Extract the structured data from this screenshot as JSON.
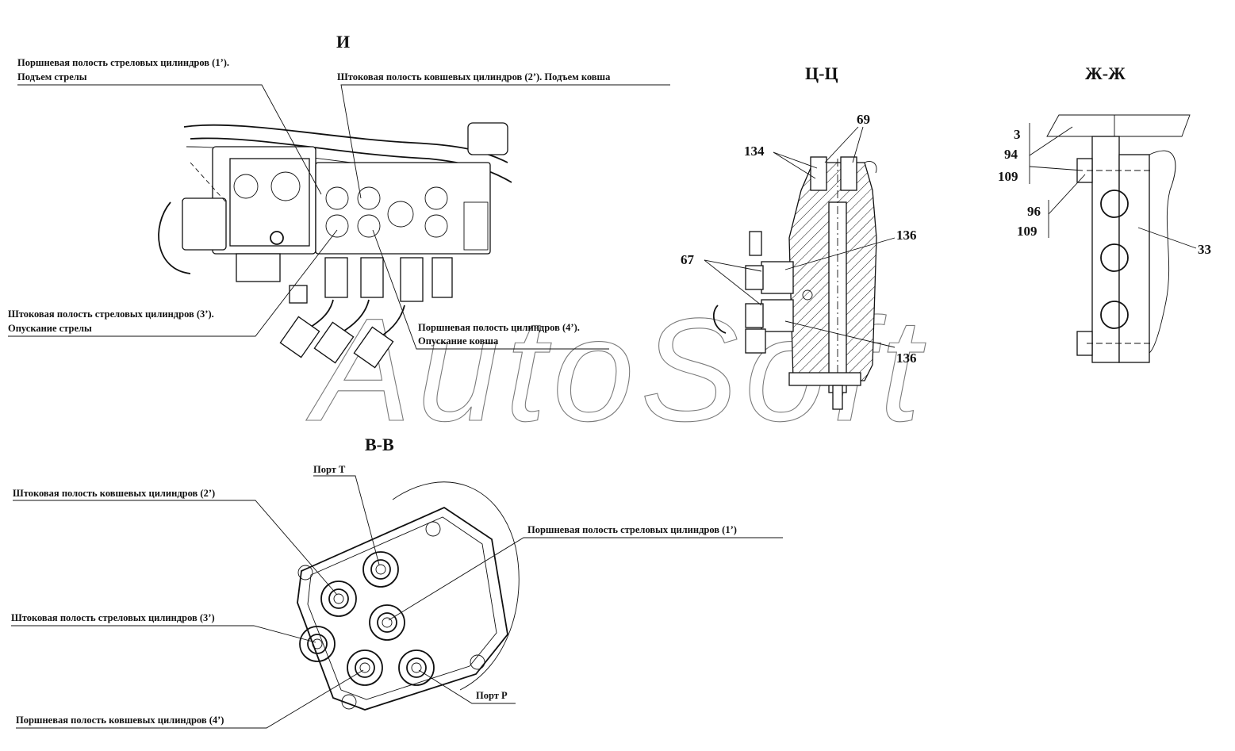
{
  "watermark": "AutoSoft",
  "views": {
    "view_i": {
      "title": "И",
      "labels": {
        "boom_piston_raise_line1": "Поршневая полость стреловых цилиндров (1’).",
        "boom_piston_raise_line2": "Подъем стрелы",
        "bucket_rod_raise": "Штоковая полость ковшевых цилиндров (2’). Подъем ковша",
        "boom_rod_lower_line1": "Штоковая полость стреловых цилиндров (3’).",
        "boom_rod_lower_line2": "Опускание стрелы",
        "bucket_piston_lower_line1": "Поршневая полость цилиндров (4’).",
        "bucket_piston_lower_line2": "Опускание ковша"
      }
    },
    "view_ts": {
      "title": "Ц-Ц",
      "callouts": [
        "69",
        "134",
        "136",
        "67",
        "136"
      ]
    },
    "view_zh": {
      "title": "Ж-Ж",
      "callouts": [
        "3",
        "94",
        "109",
        "96",
        "109",
        "33"
      ]
    },
    "view_v": {
      "title": "В-В",
      "labels": {
        "port_t": "Порт Т",
        "bucket_rod": "Штоковая полость ковшевых цилиндров (2’)",
        "boom_piston": "Поршневая полость стреловых цилиндров (1’)",
        "boom_rod": "Штоковая полость стреловых цилиндров (3’)",
        "port_p": "Порт Р",
        "bucket_piston": "Поршневая полость ковшевых цилиндров (4’)"
      }
    }
  }
}
